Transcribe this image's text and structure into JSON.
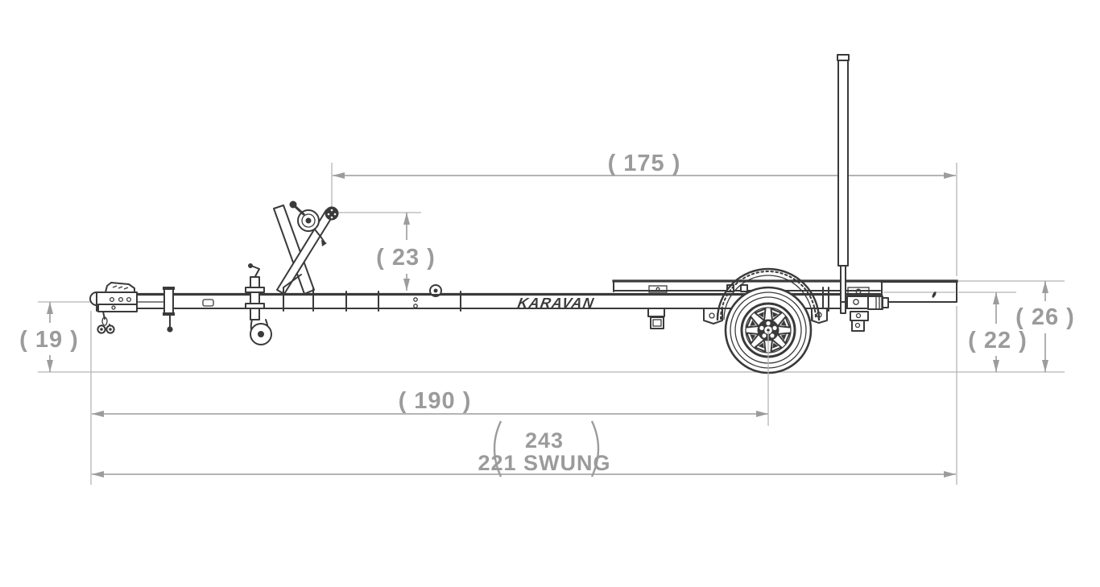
{
  "diagram": {
    "brand_logo": "KARAVAN",
    "colors": {
      "artwork": "#3a3a3a",
      "dimension_text": "#9b9b9b",
      "dimension_line": "#9c9c9c",
      "extension_line": "#b5b5b5",
      "background": "#ffffff"
    },
    "dimensions": {
      "winch_post_to_rear": "( 175 )",
      "bow_roller_height": "( 23 )",
      "coupler_to_ground": "( 19 )",
      "rear_rail_top_to_ground": "( 26 )",
      "rear_frame_to_ground": "( 22 )",
      "coupler_to_axle": "( 190 )",
      "overall_length": "243",
      "overall_length_swung": "221 SWUNG"
    }
  }
}
